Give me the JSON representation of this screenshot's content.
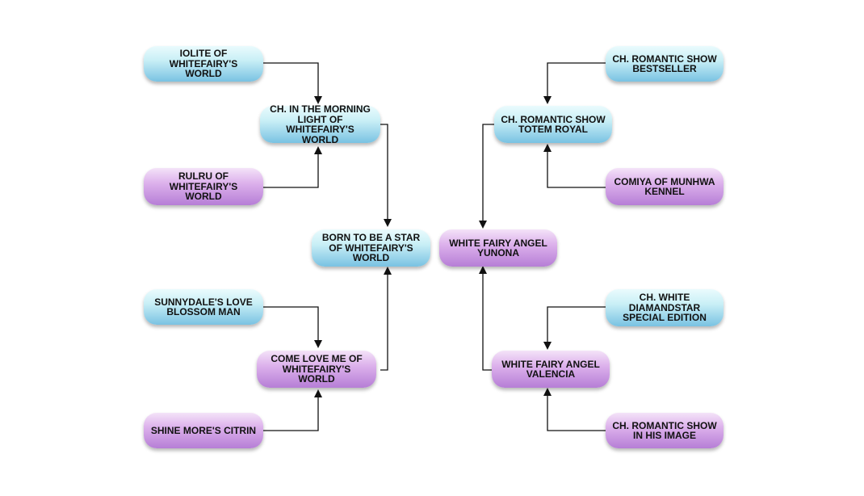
{
  "nodes": {
    "root_sire": "BORN TO BE A STAR OF WHITEFAIRY'S WORLD",
    "root_dam": "WHITE FAIRY ANGEL YUNONA",
    "sire_sire": "CH. IN THE MORNING LIGHT OF WHITEFAIRY'S WORLD",
    "sire_dam": "COME LOVE ME OF WHITEFAIRY'S WORLD",
    "dam_sire": "CH. ROMANTIC SHOW TOTEM ROYAL",
    "dam_dam": "WHITE FAIRY ANGEL VALENCIA",
    "sire_sire_sire": "IOLITE OF WHITEFAIRY'S WORLD",
    "sire_sire_dam": "RULRU OF WHITEFAIRY'S WORLD",
    "sire_dam_sire": "SUNNYDALE'S LOVE BLOSSOM MAN",
    "sire_dam_dam": "SHINE MORE'S CITRIN",
    "dam_sire_sire": "CH. ROMANTIC SHOW BESTSELLER",
    "dam_sire_dam": "COMIYA OF MUNHWA KENNEL",
    "dam_dam_sire": "CH. WHITE DIAMANDSTAR SPECIAL EDITION",
    "dam_dam_dam": "CH. ROMANTIC SHOW IN HIS IMAGE"
  },
  "colors": {
    "male": "#7fc4e3",
    "female": "#c18ddb",
    "connector": "#111111"
  }
}
